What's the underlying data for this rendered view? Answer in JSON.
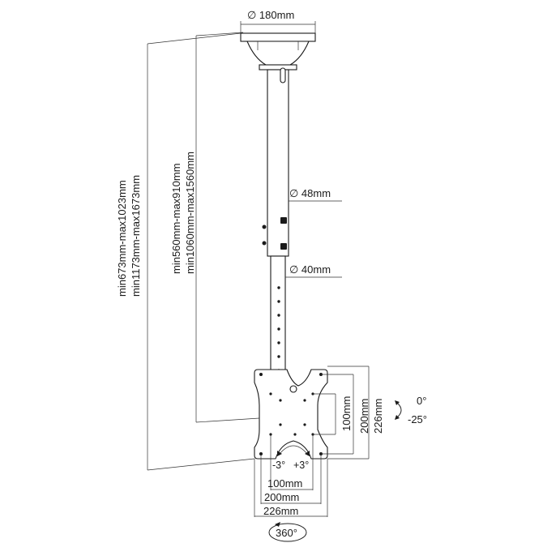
{
  "diagram": {
    "flange_diameter": "∅ 180mm",
    "upper_tube_diameter": "∅ 48mm",
    "lower_tube_diameter": "∅ 40mm",
    "total_height_range_1": "min673mm-max1023mm",
    "total_height_range_2": "min1173mm-max1673mm",
    "pole_length_range_1": "min560mm-max910mm",
    "pole_length_range_2": "min1060mm-max1560mm",
    "vesa_height_100": "100mm",
    "vesa_height_200": "200mm",
    "vesa_height_226": "226mm",
    "vesa_width_100": "100mm",
    "vesa_width_200": "200mm",
    "vesa_width_226": "226mm",
    "tilt_up": "0°",
    "tilt_down": "-25°",
    "swivel_left": "-3°",
    "swivel_right": "+3°",
    "rotation": "360°"
  }
}
